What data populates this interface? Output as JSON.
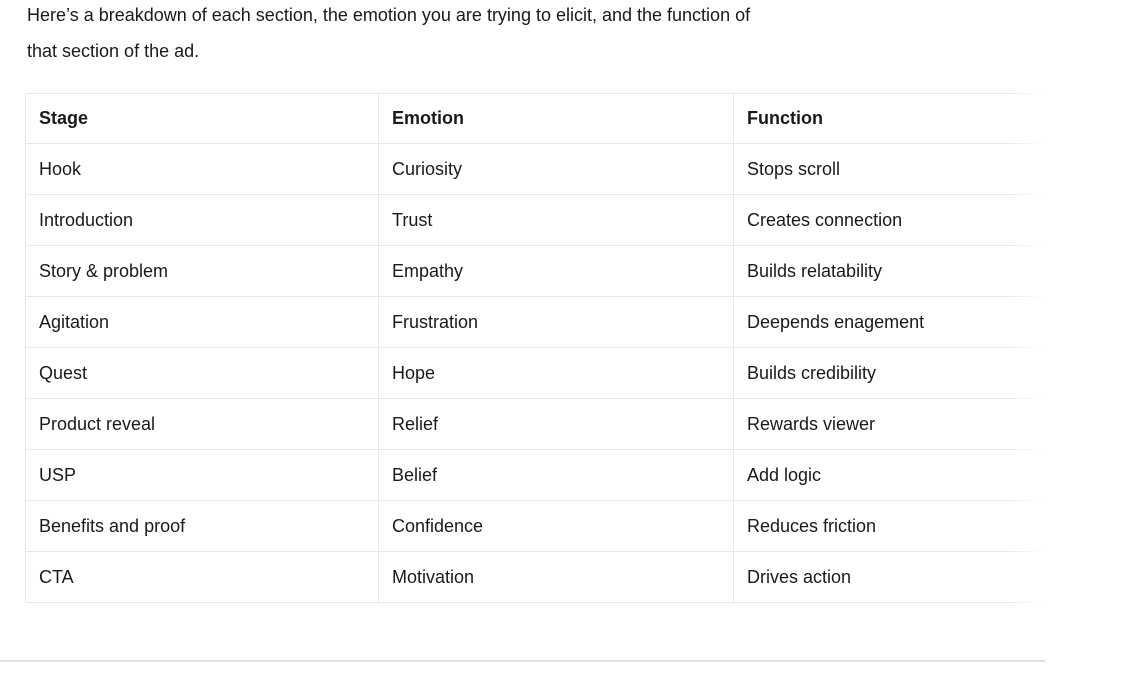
{
  "intro": {
    "line1": "Here’s a breakdown of each section, the emotion you are trying to elicit, and the function of",
    "line2": "that section of the ad."
  },
  "table": {
    "headers": [
      "Stage",
      "Emotion",
      "Function"
    ],
    "rows": [
      {
        "stage": "Hook",
        "emotion": "Curiosity",
        "function": "Stops scroll"
      },
      {
        "stage": "Introduction",
        "emotion": "Trust",
        "function": "Creates connection"
      },
      {
        "stage": "Story & problem",
        "emotion": "Empathy",
        "function": "Builds relatability"
      },
      {
        "stage": "Agitation",
        "emotion": "Frustration",
        "function": "Deepends enagement"
      },
      {
        "stage": "Quest",
        "emotion": "Hope",
        "function": "Builds credibility"
      },
      {
        "stage": "Product reveal",
        "emotion": "Relief",
        "function": "Rewards viewer"
      },
      {
        "stage": "USP",
        "emotion": "Belief",
        "function": "Add logic"
      },
      {
        "stage": "Benefits and proof",
        "emotion": "Confidence",
        "function": "Reduces friction"
      },
      {
        "stage": "CTA",
        "emotion": "Motivation",
        "function": "Drives action"
      }
    ]
  },
  "colors": {
    "text": "#1a1a1a",
    "table_border": "#e7e7e7",
    "divider": "#e0e0e0",
    "background": "#ffffff"
  }
}
